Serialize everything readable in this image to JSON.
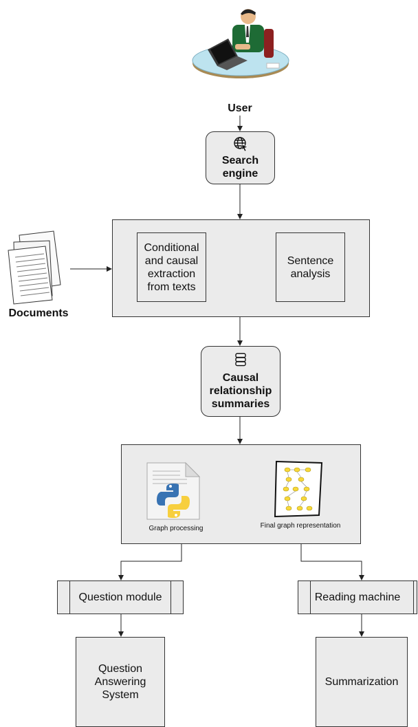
{
  "user": {
    "label": "User"
  },
  "search_engine": {
    "label": "Search\nengine"
  },
  "documents": {
    "label": "Documents"
  },
  "extraction": {
    "conditional_label": "Conditional\nand causal\nextraction\nfrom texts",
    "sentence_label": "Sentence\nanalysis"
  },
  "causal_summaries": {
    "label": "Causal\nrelationship\nsummaries"
  },
  "graph": {
    "processing_label": "Graph processing",
    "final_label": "Final graph representation"
  },
  "question_module": {
    "label": "Question module"
  },
  "reading_machine": {
    "label": "Reading machine"
  },
  "qa_system": {
    "label": "Question\nAnswering\nSystem"
  },
  "summarization": {
    "label": "Summarization"
  },
  "icons": {
    "user": "user-at-laptop-icon",
    "search": "globe-cursor-icon",
    "documents": "documents-stack-icon",
    "database": "database-icon",
    "python": "python-file-icon",
    "graph": "graph-sheet-icon"
  }
}
